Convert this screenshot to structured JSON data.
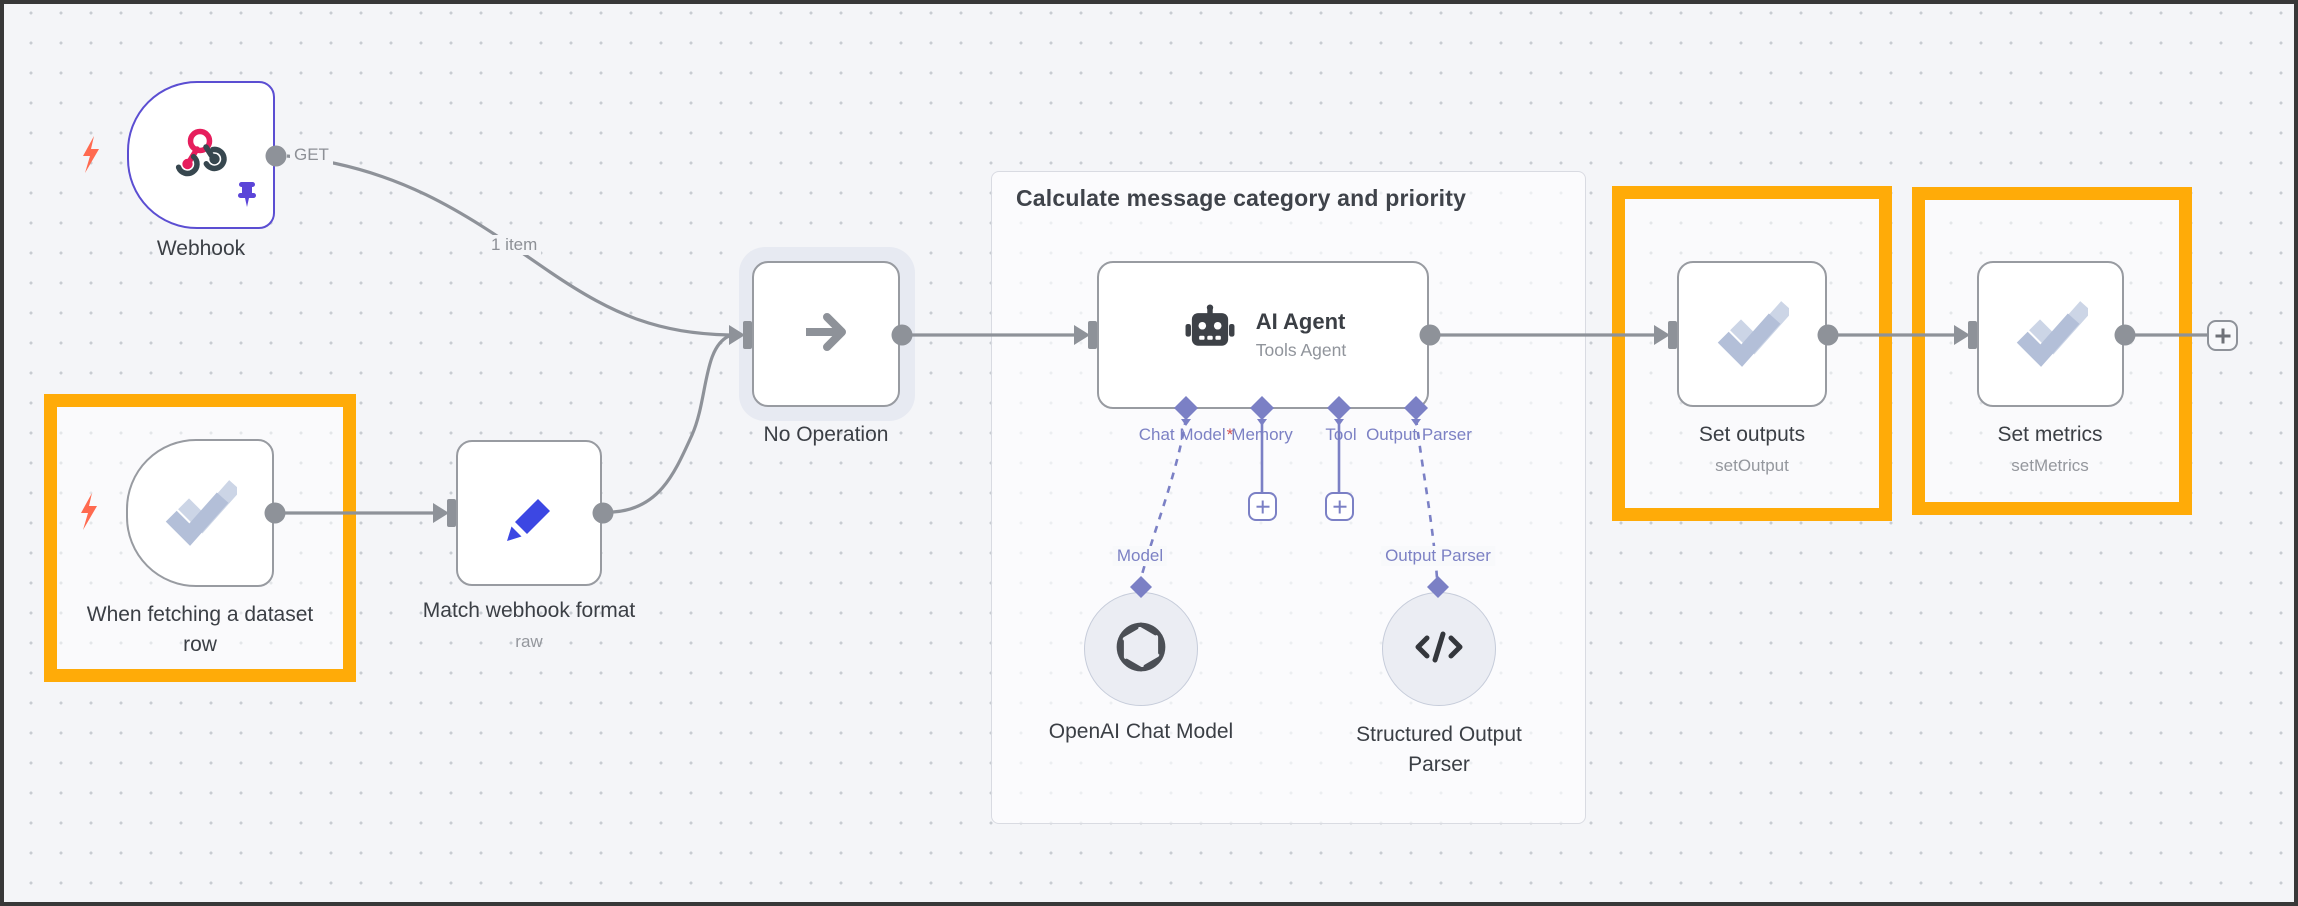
{
  "workflow": {
    "group": {
      "title": "Calculate message category and priority"
    },
    "edge_labels": {
      "webhook_method": "GET",
      "items": "1 item"
    },
    "nodes": {
      "webhook": {
        "label": "Webhook"
      },
      "dataset_trigger": {
        "label": "When fetching a dataset row"
      },
      "match_format": {
        "label": "Match webhook format",
        "subtitle": "raw"
      },
      "noop": {
        "label": "No Operation"
      },
      "ai_agent": {
        "title": "AI Agent",
        "subtitle": "Tools Agent"
      },
      "set_outputs": {
        "label": "Set outputs",
        "subtitle": "setOutput"
      },
      "set_metrics": {
        "label": "Set metrics",
        "subtitle": "setMetrics"
      },
      "openai_model": {
        "label": "OpenAI Chat Model"
      },
      "structured_parser": {
        "label": "Structured Output Parser"
      }
    },
    "agent_ports": {
      "chat_model": {
        "label": "Chat Model",
        "required": "*"
      },
      "memory": {
        "label": "Memory"
      },
      "tool": {
        "label": "Tool"
      },
      "output_parser": {
        "label": "Output Parser"
      }
    },
    "sub_node_ports": {
      "model": "Model",
      "output_parser": "Output Parser"
    },
    "icons": {
      "webhook": "webhook-icon",
      "pin": "pin-icon",
      "bolt": "lightning-bolt-icon",
      "double_check": "double-check-icon",
      "pencil": "pencil-icon",
      "arrow": "arrow-right-icon",
      "robot": "robot-icon",
      "openai": "openai-logo-icon",
      "code": "code-brackets-icon",
      "plus": "plus-icon"
    },
    "colors": {
      "highlight_orange": "#FFAB08",
      "node_border_gray": "#989BA1",
      "connector_gray": "#8E9299",
      "connector_purple": "#7B80C5",
      "webhook_purple": "#5B4ED2",
      "trigger_bolt_red": "#FF6A50",
      "pencil_blue": "#3C47E3",
      "check_icon_blue_gray": "#B3BFD8",
      "canvas_bg": "#F4F5F8"
    }
  }
}
